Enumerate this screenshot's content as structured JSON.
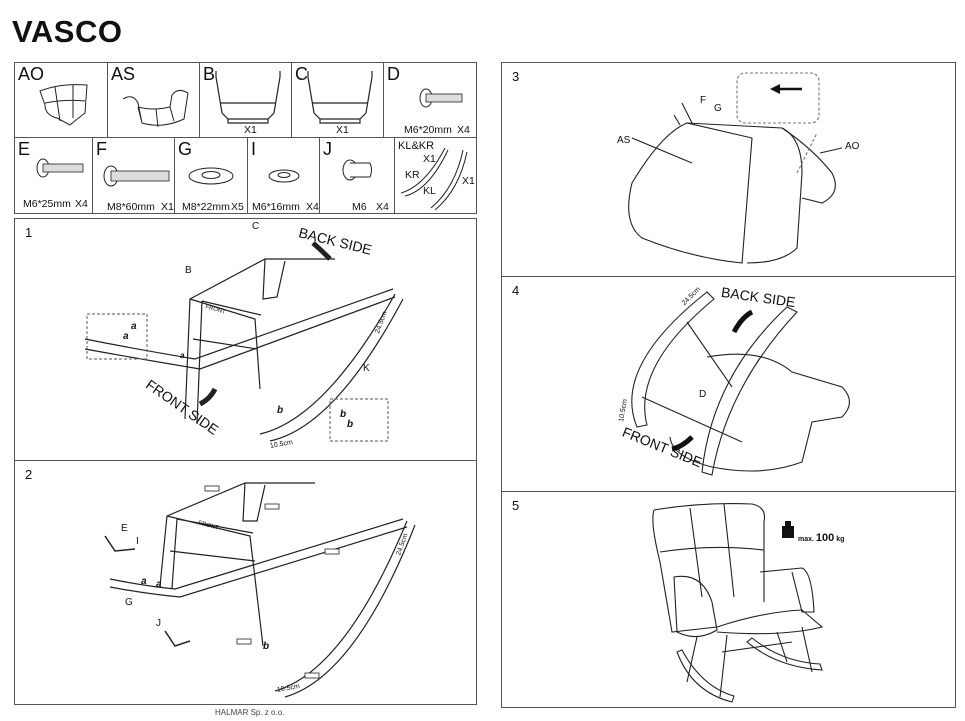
{
  "title": "VASCO",
  "parts": {
    "row1": [
      {
        "letter": "AO",
        "qty": ""
      },
      {
        "letter": "AS",
        "qty": ""
      },
      {
        "letter": "B",
        "qty": "X1"
      },
      {
        "letter": "C",
        "qty": "X1"
      },
      {
        "letter": "D",
        "size": "M6*20mm",
        "qty": "X4"
      }
    ],
    "row2": [
      {
        "letter": "E",
        "size": "M6*25mm",
        "qty": "X4"
      },
      {
        "letter": "F",
        "size": "M8*60mm",
        "qty": "X1"
      },
      {
        "letter": "G",
        "size": "M8*22mm",
        "qty": "X5"
      },
      {
        "letter": "I",
        "size": "M6*16mm",
        "qty": "X4"
      },
      {
        "letter": "J",
        "size": "M6",
        "qty": "X4"
      },
      {
        "letter": "KL&KR",
        "kr": "KR",
        "kl": "KL",
        "qty1": "X1",
        "qty2": "X1"
      }
    ]
  },
  "steps": {
    "s1": {
      "num": "1",
      "labels": {
        "c": "C",
        "b": "B",
        "k": "K",
        "a1": "a",
        "a2": "a",
        "a3": "a",
        "b1": "b",
        "b2": "b",
        "b3": "b",
        "front": "FRONT",
        "back_side": "BACK SIDE",
        "front_side": "FRONT SIDE",
        "dim_long": "24.5cm",
        "dim_short": "10.5cm"
      }
    },
    "s2": {
      "num": "2",
      "labels": {
        "e": "E",
        "i": "I",
        "g": "G",
        "j": "J",
        "a1": "a",
        "a2": "a",
        "b1": "b",
        "front": "FRONT",
        "dim_long": "24.5cm",
        "dim_short": "10.5cm"
      }
    },
    "s3": {
      "num": "3",
      "labels": {
        "f": "F",
        "g": "G",
        "as": "AS",
        "ao": "AO"
      }
    },
    "s4": {
      "num": "4",
      "labels": {
        "back_side": "BACK SIDE",
        "front_side": "FRONT SIDE",
        "d": "D",
        "dim_long": "24.5cm",
        "dim_short": "10.5cm"
      }
    },
    "s5": {
      "num": "5",
      "max_prefix": "max.",
      "max_value": "100",
      "max_unit": "kg"
    }
  },
  "footer": "HALMAR Sp. z o.o."
}
